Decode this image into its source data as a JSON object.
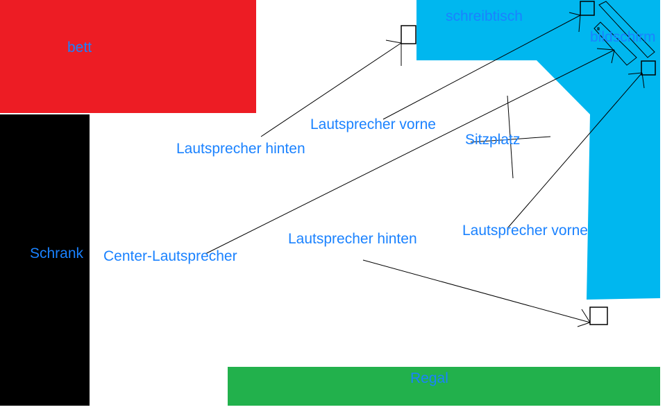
{
  "colors": {
    "bed": "#ed1c24",
    "wardrobe": "#000000",
    "shelf": "#22b14c",
    "desk": "#00b7ef",
    "label": "#1a82ff"
  },
  "furniture": {
    "bed": "bett",
    "wardrobe": "Schrank",
    "shelf": "Regal",
    "desk": "schreibtisch",
    "monitor": "bildschirm"
  },
  "labels": {
    "rear_speaker_top": "Lautsprecher hinten",
    "front_speaker_left": "Lautsprecher vorne",
    "seat": "Sitzplatz",
    "front_speaker_right": "Lautsprecher vorne",
    "rear_speaker_bottom": "Lautsprecher hinten",
    "center_speaker": "Center-Lautsprecher"
  }
}
